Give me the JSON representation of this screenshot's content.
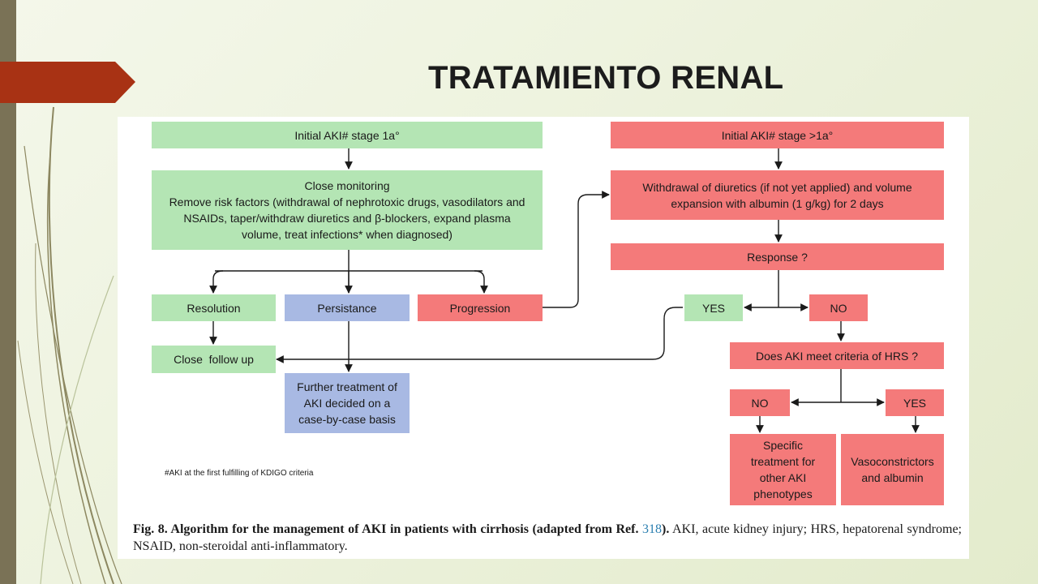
{
  "slide": {
    "title": "TRATAMIENTO RENAL"
  },
  "colors": {
    "green": "#b4e5b4",
    "red": "#f47a7a",
    "blue": "#a8b9e3",
    "title_arrow": "#a83214",
    "left_bar": "#7a7256"
  },
  "flowchart": {
    "initial_stage_1a": "Initial AKI# stage 1a°",
    "initial_stage_gt1a": "Initial AKI# stage >1a°",
    "close_monitoring_heading": "Close monitoring",
    "close_monitoring_body": "Remove risk factors (withdrawal of nephrotoxic drugs, vasodilators and NSAIDs, taper/withdraw diuretics and β-blockers, expand plasma volume, treat infections* when diagnosed)",
    "withdrawal_diuretics": "Withdrawal of diuretics (if not yet applied) and volume expansion with albumin (1 g/kg) for 2 days",
    "response": "Response ?",
    "resolution": "Resolution",
    "persistance": "Persistance",
    "progression": "Progression",
    "yes_response": "YES",
    "no_response": "NO",
    "close_follow_up": "Close  follow up",
    "further_treatment": "Further treatment of AKI decided on a case-by-case basis",
    "hrs_question": "Does AKI meet criteria of HRS ?",
    "no_hrs": "NO",
    "yes_hrs": "YES",
    "specific_treatment": "Specific treatment for other AKI phenotypes",
    "vasoconstrictors": "Vasoconstrictors and albumin",
    "footnote": "#AKI at the first fulfilling of KDIGO criteria"
  },
  "caption": {
    "bold_part": "Fig. 8. Algorithm for the management of AKI in patients with cirrhosis (adapted from Ref. ",
    "ref_number": "318",
    "bold_close": ").",
    "rest": " AKI, acute kidney injury; HRS, hepatorenal syndrome; NSAID, non-steroidal anti-inflammatory."
  }
}
